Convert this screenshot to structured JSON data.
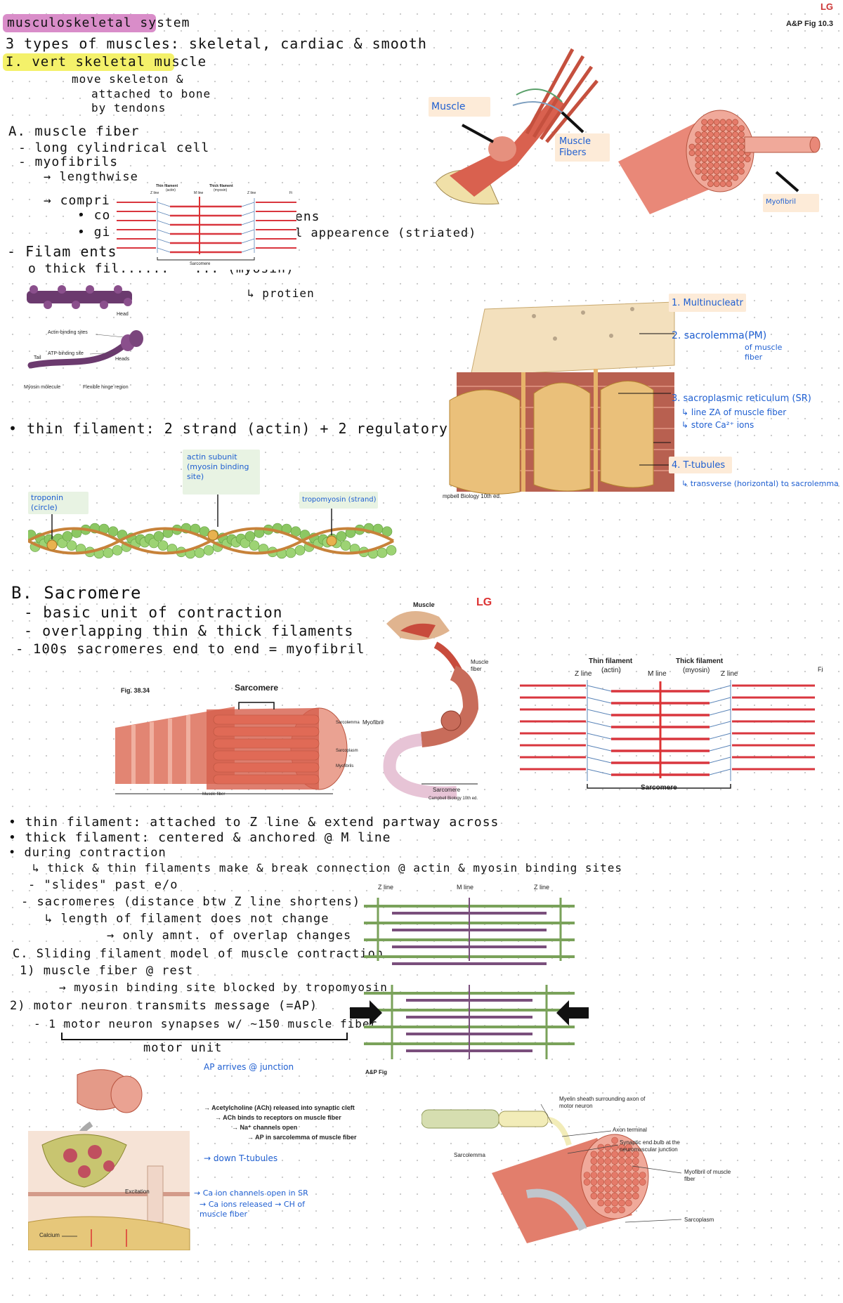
{
  "corner": {
    "logo": "LG",
    "fig_ref": "A&P Fig 10.3"
  },
  "notes": {
    "title": "musculoskeletal system",
    "types": "3 types of muscles: skeletal, cardiac & smooth",
    "vert_heading": "I. vert skeletal muscle",
    "move1": "move skeleton &",
    "move2": "attached to bone",
    "move3": "by tendons",
    "a_heading": "A. muscle fiber",
    "a1": "- long cylindrical cell",
    "a2": "- myofibrils",
    "a3": "→ lengthwise",
    "a4": "→ compri",
    "a5": "• co",
    "a6": "• gi",
    "a7": "ens",
    "a8": "l appearence (striated)",
    "fil1": "- Filam ents",
    "fil2": "o thick fil...... - ... (myosin)",
    "protein": "↳ protien",
    "thin": "• thin filament: 2 strand (actin) + 2 regulatory protiens",
    "b_heading": "B. Sacromere",
    "b1": "- basic unit of contraction",
    "b2": "- overlapping thin & thick filaments",
    "b3": "- 100s sacromeres end to end = myofibril",
    "c1": "• thin filament: attached to Z line & extend partway across",
    "c2": "• thick filament: centered & anchored @ M line",
    "c3": "• during contraction",
    "c4": "↳ thick & thin filaments make & break connection @ actin & myosin binding sites",
    "c5": "- \"slides\" past e/o",
    "c6": "- sacromeres (distance btw Z line shortens)",
    "c7": "↳ length of filament does not change",
    "c8": "→ only amnt. of overlap changes",
    "c9": "C. Sliding filament model of muscle contraction",
    "c10": "1) muscle fiber @ rest",
    "c11": "→ myosin binding site blocked by tropomyosin",
    "c12": "2) motor neuron transmits message (=AP)",
    "c13": "- 1 motor neuron synapses w/ ~150 muscle fiber",
    "c14": "motor unit"
  },
  "fig_fiber": {
    "muscle": "Muscle",
    "muscle_fibers": "Muscle Fibers",
    "myofibril": "Myofibril"
  },
  "fig_sarc_small": {
    "thin": "Thin filament",
    "thin_sub": "(actin)",
    "thick": "Thick filament",
    "thick_sub": "(myosin)",
    "z1": "Z line",
    "m": "M line",
    "z2": "Z line",
    "sarcomere": "Sarcomere",
    "fi": "Fi"
  },
  "fig_myosin": {
    "head": "Head",
    "actin_sites": "Actin-binding sites",
    "atp_site": "ATP-binding site",
    "tail": "Tail",
    "heads": "Heads",
    "molecule": "Myosin molecule",
    "hinge": "Flexible hinge region"
  },
  "fig_sr": {
    "items": [
      "1. Multinucleatr",
      "2. sacrolemma(PM)",
      "3. sacroplasmic reticulum (SR)",
      "4. T-tubules"
    ],
    "sub2": "of muscle fiber",
    "sub3a": "↳ line ZA of muscle fiber",
    "sub3b": "↳ store Ca²⁺ ions",
    "sub4": "↳ transverse (horizontal) to sacrolemma",
    "credit": "mpbell Biology 10th ed."
  },
  "fig_actin": {
    "troponin": "troponin (circle)",
    "actin": "actin subunit (myosin binding site)",
    "tropomyosin": "tropomyosin (strand)"
  },
  "fig_levels": {
    "fig": "Fig. 38.34",
    "sarcomere": "Sarcomere",
    "sarcolemma": "Sarcolemma",
    "sarcoplasm": "Sarcoplasm",
    "myofibrils": "Myofibrils",
    "fiber": "Muscle fiber"
  },
  "fig_arm": {
    "muscle": "Muscle",
    "fiber": "Muscle fiber",
    "myofibril": "Myofibril",
    "sarcomere": "Sarcomere",
    "credit": "Campbell Biology 10th ed.",
    "logo": "LG"
  },
  "fig_sarc_large": {
    "thin": "Thin filament",
    "thin_sub": "(actin)",
    "thick": "Thick filament",
    "thick_sub": "(myosin)",
    "z1": "Z line",
    "m": "M line",
    "z2": "Z line",
    "sarcomere": "Sarcomere",
    "fi": "Fi"
  },
  "fig_sliding": {
    "z1": "Z line",
    "m": "M line",
    "z2": "Z line",
    "ref": "A&P Fig"
  },
  "fig_nmj": {
    "ap": "AP arrives @ junction",
    "ach": "→ Acetylcholine (ACh) released into synaptic cleft",
    "ach2": "→ ACh binds to receptors on muscle fiber",
    "ach3": "→ Na⁺ channels open",
    "ach4": "→ AP in sarcolemma of muscle fiber",
    "down": "→ down T-tubules",
    "ca1": "→ Ca ion channels open in SR",
    "ca2": "→ Ca ions released → CH of muscle fiber",
    "excitation": "Excitation",
    "calcium": "Calcium"
  },
  "fig_motor": {
    "myelin": "Myelin sheath surrounding axon of motor neuron",
    "axon": "Axon terminal",
    "bulb": "Synaptic end bulb at the neuromuscular junction",
    "sarcolemma": "Sarcolemma",
    "myofibril": "Myofibril of muscle fiber",
    "sarcoplasm": "Sarcoplasm"
  }
}
